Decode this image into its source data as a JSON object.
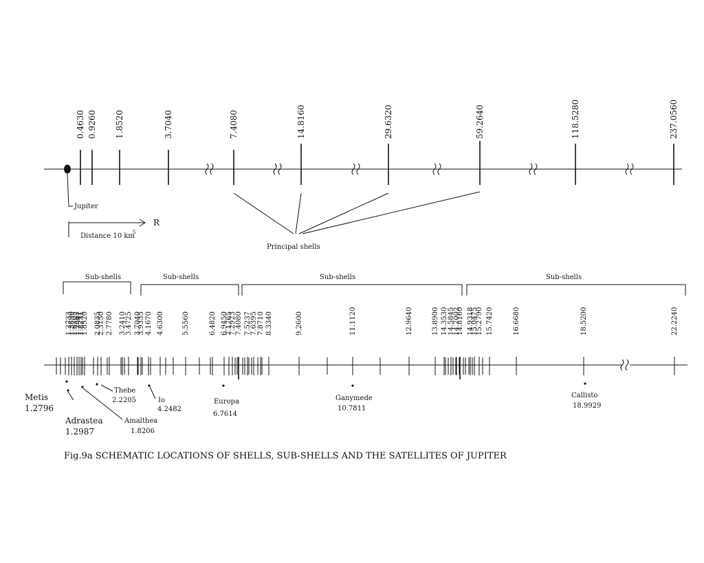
{
  "principal_scale": {
    "ticks": [
      "0.4630",
      "0.9260",
      "1.8520",
      "3.7040",
      "7.4080",
      "14.8160",
      "29.6320",
      "59.2640",
      "118.5280",
      "237.0560"
    ],
    "jupiter_label": "Jupiter",
    "distance_label": "Distance 10 km",
    "distance_exponent": "5",
    "r_label": "R",
    "principal_label": "Principal shells"
  },
  "subshell_groups": [
    "Sub-shells",
    "Sub-shells",
    "Sub-shells",
    "Sub-shells"
  ],
  "subshell_scale": {
    "ticks": [
      "1.2733",
      "1.3890",
      "1.6205",
      "1.7363",
      "1.7941",
      "1.8231",
      "1.8520",
      "2.0835",
      "2.3150",
      "2.7780",
      "3.2410",
      "3.4725",
      "3.7040",
      "3.9355",
      "4.1670",
      "4.6300",
      "5.5560",
      "6.4820",
      "6.9450",
      "7.1765",
      "7.2923",
      "7.4080",
      "7.5237",
      "7.6395",
      "7.8710",
      "8.3340",
      "9.2600",
      "11.1120",
      "12.9640",
      "13.8900",
      "14.3530",
      "14.5845",
      "14.7002",
      "14.8160",
      "14.9318",
      "15.0475",
      "15.2790",
      "15.7420",
      "16.6680",
      "18.5200",
      "22.2240"
    ]
  },
  "satellites": [
    {
      "name": "Metis",
      "value": "1.2796"
    },
    {
      "name": "Adrastea",
      "value": "1.2987"
    },
    {
      "name": "Amalthea",
      "value": "1.8206"
    },
    {
      "name": "Thebe",
      "value": "2.2205"
    },
    {
      "name": "Io",
      "value": "4.2482"
    },
    {
      "name": "Europa",
      "value": "6.7614"
    },
    {
      "name": "Ganymede",
      "value": "10.7811"
    },
    {
      "name": "Callisto",
      "value": "18.9929"
    }
  ],
  "caption": "Fig.9a SCHEMATIC LOCATIONS OF SHELLS, SUB-SHELLS AND THE SATELLITES OF JUPITER"
}
